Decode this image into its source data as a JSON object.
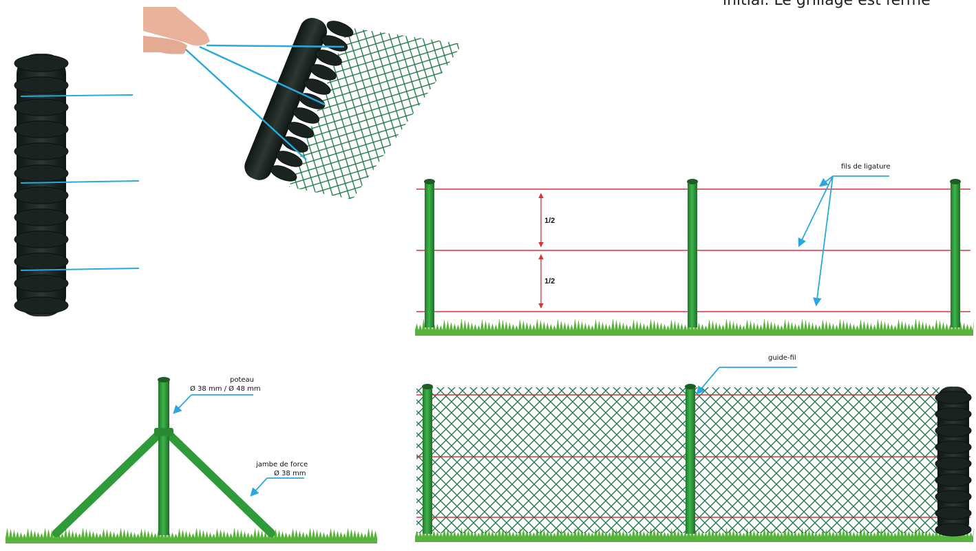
{
  "caption_text": "initial. Le grillage est fermé",
  "labels": {
    "fils_de_ligature": "fils de ligature",
    "half_upper": "1/2",
    "half_lower": "1/2",
    "guide_fil": "guide-fil",
    "poteau_title": "poteau",
    "poteau_diameter": "Ø 38 mm / Ø 48 mm",
    "jambe_title": "jambe de force",
    "jambe_diameter": "Ø 38 mm"
  },
  "colors": {
    "post_green": "#2f9a3a",
    "mesh_green": "#1f7a45",
    "roll_black": "#1b2420",
    "tension_wire_red": "#d9343a",
    "callout_blue": "#29a8df",
    "grass_green": "#58b33a"
  },
  "illustrations": [
    "rolled-mesh-with-ties",
    "hands-unrolling-mesh",
    "posts-with-tension-wires",
    "post-with-braces",
    "finished-fence-with-mesh"
  ]
}
